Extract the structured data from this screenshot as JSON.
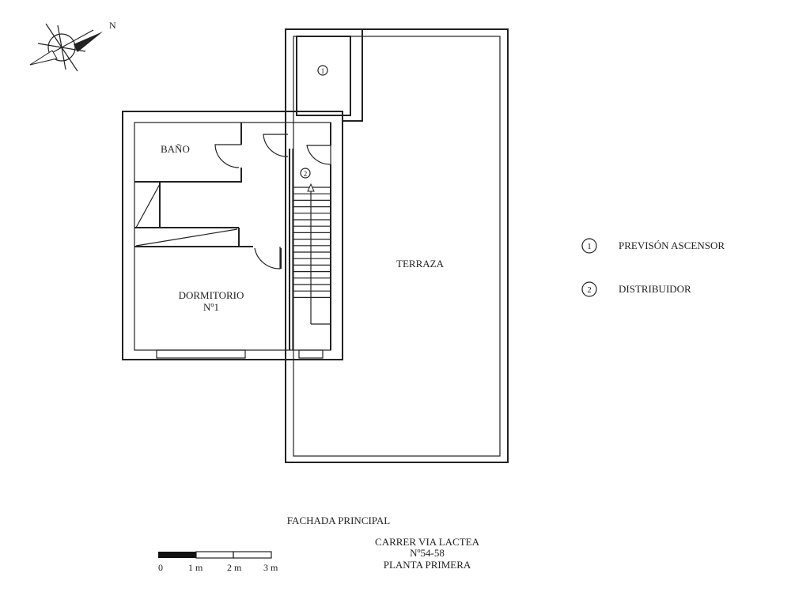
{
  "compass": {
    "north_label": "N"
  },
  "rooms": {
    "bath": "BAÑO",
    "bedroom_line1": "DORMITORIO",
    "bedroom_line2": "Nº1",
    "terrace": "TERRAZA"
  },
  "markers": {
    "one": "1",
    "two": "2"
  },
  "legend": [
    {
      "num": "1",
      "label": "PREVISÓN ASCENSOR"
    },
    {
      "num": "2",
      "label": "DISTRIBUIDOR"
    }
  ],
  "title": {
    "facade": "FACHADA PRINCIPAL",
    "street": "CARRER VIA LACTEA",
    "number": "Nº54-58",
    "floor": "PLANTA PRIMERA"
  },
  "scale": {
    "labels": [
      "0",
      "1 m",
      "2 m",
      "3 m"
    ]
  }
}
